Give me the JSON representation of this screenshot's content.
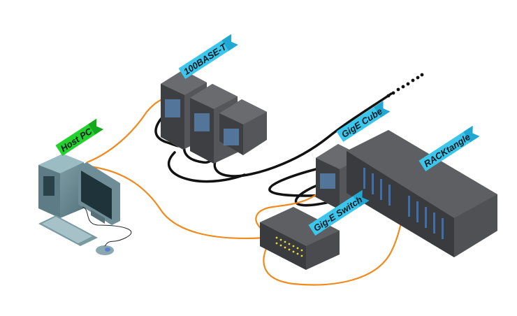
{
  "diagram": {
    "title": "Network topology",
    "colors": {
      "background": "#ffffff",
      "flag_blue": "#3cc6ec",
      "flag_green": "#22d12c",
      "ethernet_cable": "#f08a1c",
      "gige_cable": "#111111",
      "device_dark": "#4a4b4e",
      "pc_body": "#6f8f98"
    },
    "nodes": [
      {
        "id": "host-pc",
        "label": "Host PC",
        "type": "workstation",
        "flag_color": "green"
      },
      {
        "id": "100base-t",
        "label": "100BASE-T",
        "type": "cube-chassis-group",
        "count": 3,
        "flag_color": "blue"
      },
      {
        "id": "gige-cube",
        "label": "GigE Cube",
        "type": "cube-chassis",
        "flag_color": "blue"
      },
      {
        "id": "racktangle",
        "label": "RACKtangle",
        "type": "rack-chassis",
        "flag_color": "blue"
      },
      {
        "id": "gige-switch",
        "label": "Gig-E Switch",
        "type": "switch",
        "flag_color": "blue"
      }
    ],
    "links": [
      {
        "from": "host-pc",
        "to": "100base-t",
        "medium": "ethernet-orange"
      },
      {
        "from": "host-pc",
        "to": "gige-switch",
        "medium": "ethernet-orange"
      },
      {
        "from": "gige-switch",
        "to": "gige-cube",
        "medium": "ethernet-orange"
      },
      {
        "from": "gige-switch",
        "to": "racktangle",
        "medium": "ethernet-orange"
      },
      {
        "from": "100base-t",
        "to": "gige-cube",
        "medium": "daisy-chain-black"
      },
      {
        "from": "gige-cube",
        "to": "racktangle",
        "medium": "daisy-chain-black"
      },
      {
        "from": "100base-t",
        "to": "more-devices",
        "medium": "daisy-chain-black-continued"
      }
    ]
  }
}
